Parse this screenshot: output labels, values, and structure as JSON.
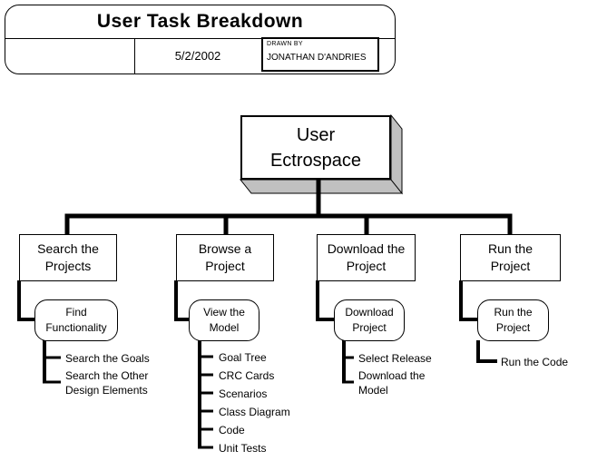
{
  "colors": {
    "line": "#000000",
    "shadow_fill": "#c0c0c0",
    "background": "#ffffff"
  },
  "title_block": {
    "title": "User Task Breakdown",
    "date": "5/2/2002",
    "drawn_by_label": "DRAWN BY",
    "drawn_by_name": "JONATHAN D'ANDRIES"
  },
  "root": {
    "label": "User\nEctrospace"
  },
  "branches": [
    {
      "box_label": "Search the\nProjects",
      "subtask_label": "Find\nFunctionality",
      "leaves": [
        "Search the Goals",
        "Search the Other\nDesign Elements"
      ]
    },
    {
      "box_label": "Browse a\nProject",
      "subtask_label": "View the\nModel",
      "leaves": [
        "Goal Tree",
        "CRC Cards",
        "Scenarios",
        "Class Diagram",
        "Code",
        "Unit Tests"
      ]
    },
    {
      "box_label": "Download the\nProject",
      "subtask_label": "Download\nProject",
      "leaves": [
        "Select Release",
        "Download the\nModel"
      ]
    },
    {
      "box_label": "Run the\nProject",
      "subtask_label": "Run the\nProject",
      "leaves": [
        "Run the Code"
      ]
    }
  ]
}
